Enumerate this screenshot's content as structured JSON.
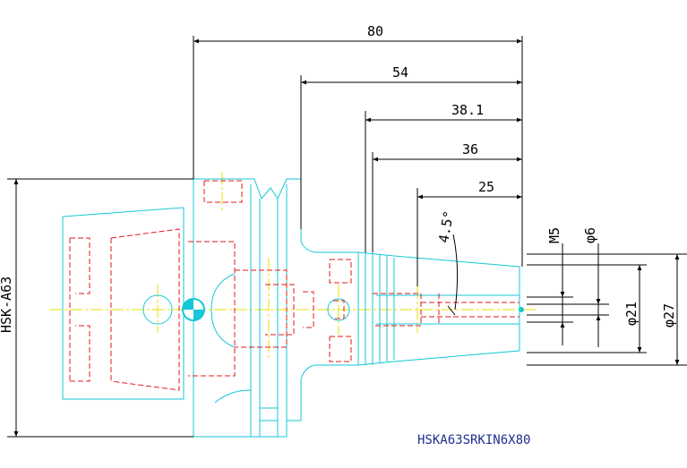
{
  "colors": {
    "outline": "#14c8d8",
    "hidden_lines": "#e21a1a",
    "center_lines": "#e8e000",
    "dimensions": "#000000",
    "title": "#1f2f8f"
  },
  "dimensions": {
    "length_total": "80",
    "length_54": "54",
    "length_38": "38.1",
    "length_36": "36",
    "length_25": "25",
    "angle": "4.5°",
    "thread": "M5",
    "dia_6": "φ6",
    "dia_21": "φ21",
    "dia_27": "φ27",
    "interface": "HSK-A63"
  },
  "drawing_title": "HSKA63SRKIN6X80"
}
